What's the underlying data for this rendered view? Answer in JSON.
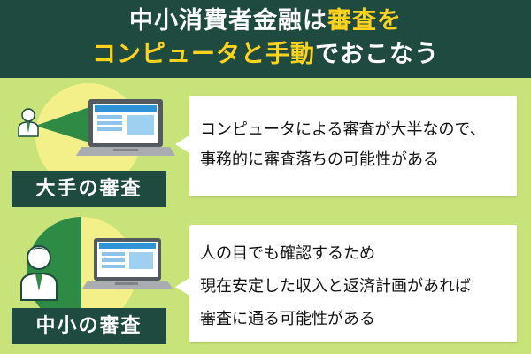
{
  "title": {
    "line1_a": "中小消費者金融は",
    "line1_b": "審査を",
    "line2_a": "コンピュータと手動",
    "line2_b": "でおこなう"
  },
  "large_company": {
    "label": "大手の審査",
    "text_lines": [
      "コンピュータによる審査が大半なので、",
      "事務的に審査落ちの可能性がある"
    ]
  },
  "small_company": {
    "label": "中小の審査",
    "text_lines": [
      "人の目でも確認するため",
      "現在安定した収入と返済計画があれば",
      "審査に通る可能性がある"
    ]
  },
  "icons": [
    "person-icon",
    "laptop-icon",
    "pie-chart-icon"
  ],
  "colors": {
    "header_bg": "#1f4a3f",
    "page_bg": "#c8e37a",
    "accent_yellow": "#ffd21f",
    "circle_yellow": "#f3f08a",
    "circle_green": "#2e8b46"
  }
}
